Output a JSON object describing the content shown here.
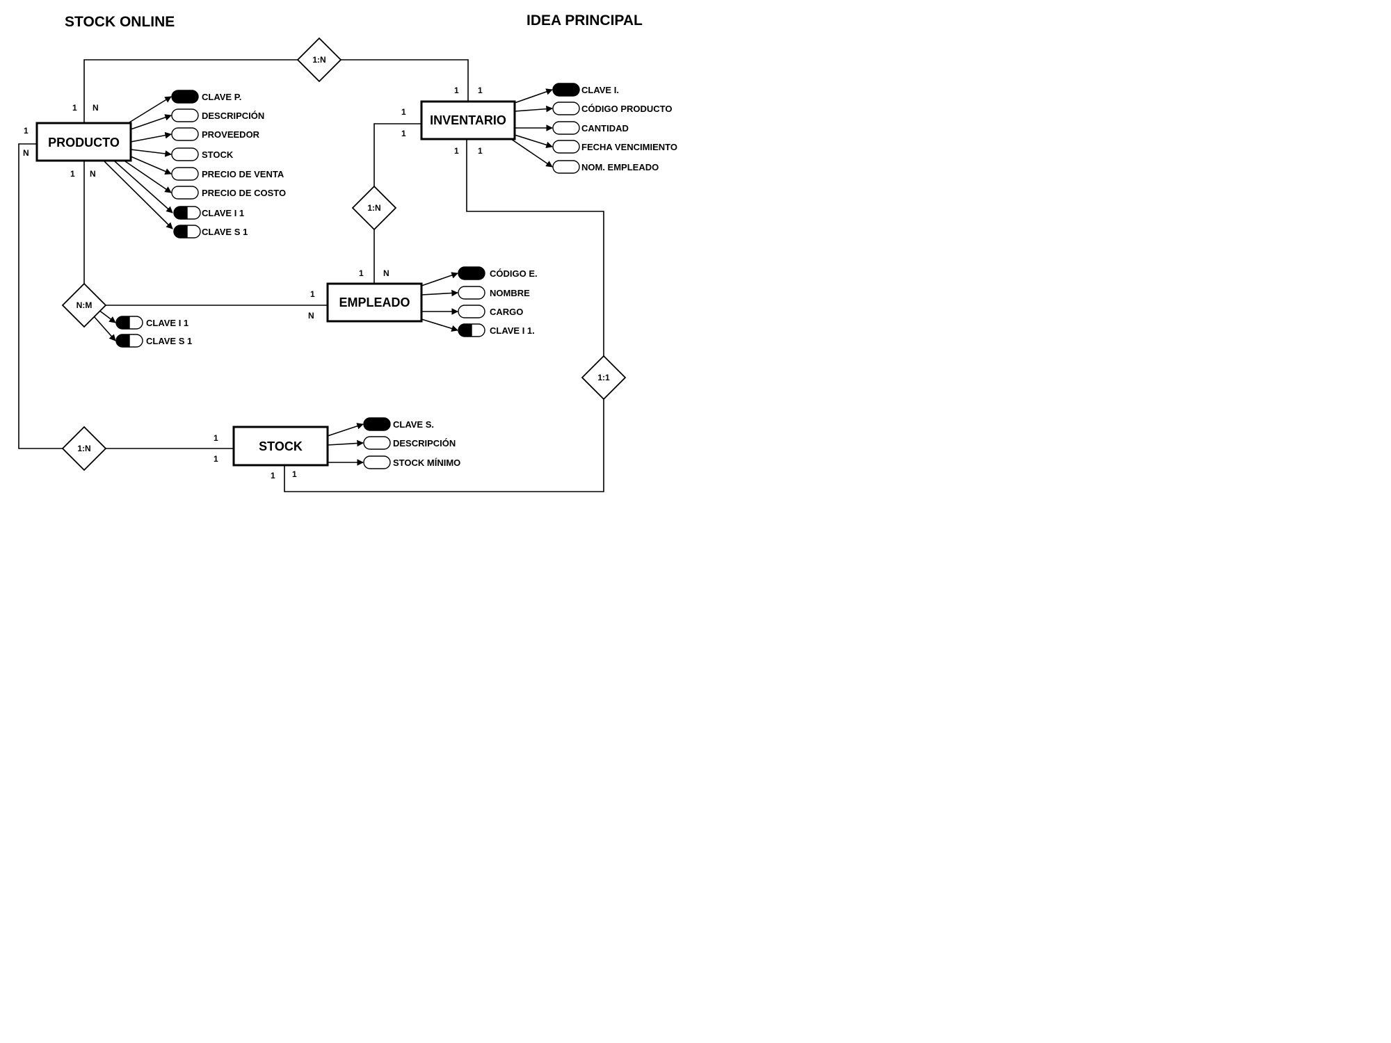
{
  "titles": {
    "left": "STOCK ONLINE",
    "right": "IDEA PRINCIPAL"
  },
  "entities": {
    "producto": "PRODUCTO",
    "inventario": "INVENTARIO",
    "empleado": "EMPLEADO",
    "stock": "STOCK"
  },
  "relationships": {
    "prod_inv": "1:N",
    "inv_emp": "1:N",
    "prod_emp": "N:M",
    "inv_stock": "1:1",
    "prod_stock": "1:N"
  },
  "attributes": {
    "producto": [
      {
        "label": "CLAVE P.",
        "kind": "key"
      },
      {
        "label": "DESCRIPCIÓN",
        "kind": "normal"
      },
      {
        "label": "PROVEEDOR",
        "kind": "normal"
      },
      {
        "label": "STOCK",
        "kind": "normal"
      },
      {
        "label": "PRECIO DE VENTA",
        "kind": "normal"
      },
      {
        "label": "PRECIO DE COSTO",
        "kind": "normal"
      },
      {
        "label": "CLAVE I 1",
        "kind": "foreign"
      },
      {
        "label": "CLAVE S 1",
        "kind": "foreign"
      }
    ],
    "inventario": [
      {
        "label": "CLAVE I.",
        "kind": "key"
      },
      {
        "label": "CÓDIGO PRODUCTO",
        "kind": "normal"
      },
      {
        "label": "CANTIDAD",
        "kind": "normal"
      },
      {
        "label": "FECHA VENCIMIENTO",
        "kind": "normal"
      },
      {
        "label": "NOM. EMPLEADO",
        "kind": "normal"
      }
    ],
    "empleado": [
      {
        "label": "CÓDIGO E.",
        "kind": "key"
      },
      {
        "label": "NOMBRE",
        "kind": "normal"
      },
      {
        "label": "CARGO",
        "kind": "normal"
      },
      {
        "label": "CLAVE I 1.",
        "kind": "foreign"
      }
    ],
    "stock": [
      {
        "label": "CLAVE S.",
        "kind": "key"
      },
      {
        "label": "DESCRIPCIÓN",
        "kind": "normal"
      },
      {
        "label": "STOCK MÍNIMO",
        "kind": "normal"
      }
    ],
    "nm": [
      {
        "label": "CLAVE I 1",
        "kind": "foreign"
      },
      {
        "label": "CLAVE S 1",
        "kind": "foreign"
      }
    ]
  },
  "cardinalities": {
    "prod_top_1": "1",
    "prod_top_n": "N",
    "prod_left_1": "1",
    "prod_left_n": "N",
    "prod_bottom_1": "1",
    "prod_bottom_n": "N",
    "inv_top_1a": "1",
    "inv_top_1b": "1",
    "inv_left_1a": "1",
    "inv_left_1b": "1",
    "inv_bottom_1a": "1",
    "inv_bottom_1b": "1",
    "emp_top_1": "1",
    "emp_top_n": "N",
    "emp_left_1": "1",
    "emp_left_n": "N",
    "stock_left_1a": "1",
    "stock_left_1b": "1",
    "stock_bottom_1a": "1",
    "stock_bottom_1b": "1"
  }
}
